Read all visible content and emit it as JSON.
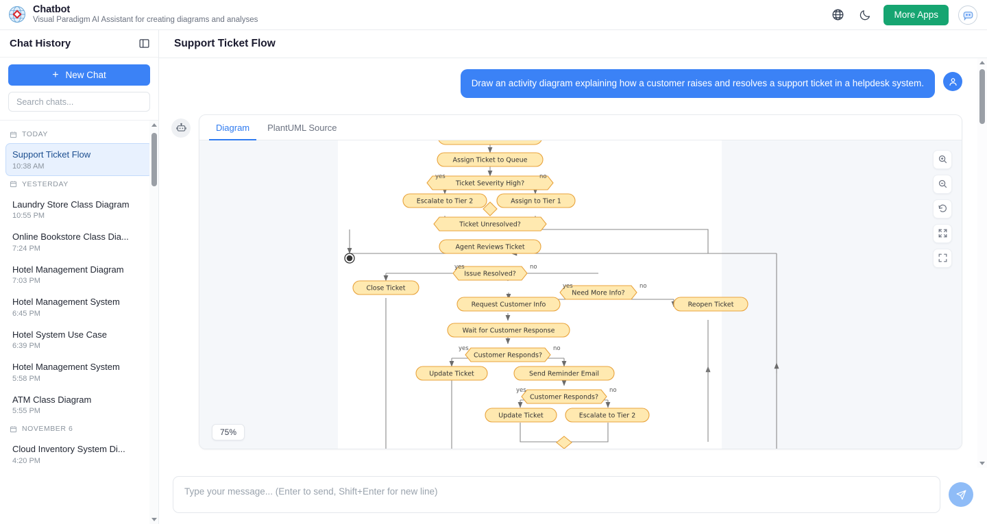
{
  "header": {
    "brand_title": "Chatbot",
    "brand_subtitle": "Visual Paradigm AI Assistant for creating diagrams and analyses",
    "logo_icon": "globe-diamond-logo",
    "language_icon": "globe-icon",
    "theme_icon": "moon-icon",
    "more_apps_label": "More Apps",
    "bot_avatar_icon": "chatbot-avatar-icon",
    "accent_green": "#16a571"
  },
  "sidebar": {
    "title": "Chat History",
    "collapse_icon": "panel-collapse-icon",
    "new_chat_label": "New Chat",
    "new_chat_plus": "+",
    "search_placeholder": "Search chats...",
    "accent_blue": "#3b82f6",
    "groups": [
      {
        "label": "TODAY",
        "icon": "calendar-icon",
        "items": [
          {
            "name": "Support Ticket Flow",
            "time": "10:38 AM",
            "active": true
          }
        ]
      },
      {
        "label": "YESTERDAY",
        "icon": "calendar-icon",
        "items": [
          {
            "name": "Laundry Store Class Diagram",
            "time": "10:55 PM",
            "active": false
          },
          {
            "name": "Online Bookstore Class Dia...",
            "time": "7:24 PM",
            "active": false
          },
          {
            "name": "Hotel Management Diagram",
            "time": "7:03 PM",
            "active": false
          },
          {
            "name": "Hotel Management System",
            "time": "6:45 PM",
            "active": false
          },
          {
            "name": "Hotel System Use Case",
            "time": "6:39 PM",
            "active": false
          },
          {
            "name": "Hotel Management System",
            "time": "5:58 PM",
            "active": false
          },
          {
            "name": "ATM Class Diagram",
            "time": "5:55 PM",
            "active": false
          }
        ]
      },
      {
        "label": "NOVEMBER 6",
        "icon": "calendar-icon",
        "items": [
          {
            "name": "Cloud Inventory System Di...",
            "time": "4:20 PM",
            "active": false
          }
        ]
      }
    ]
  },
  "main": {
    "title": "Support Ticket Flow",
    "user_message": "Draw an activity diagram explaining how a customer raises and resolves a support ticket in a helpdesk system.",
    "user_avatar_icon": "user-icon",
    "assistant_avatar_icon": "robot-icon",
    "tabs": [
      {
        "label": "Diagram",
        "active": true
      },
      {
        "label": "PlantUML Source",
        "active": false
      }
    ],
    "zoom_level": "75%",
    "zoom_tools": [
      {
        "icon": "zoom-in-icon",
        "name": "zoom-in-button"
      },
      {
        "icon": "zoom-out-icon",
        "name": "zoom-out-button"
      },
      {
        "icon": "reset-rotate-icon",
        "name": "reset-view-button"
      },
      {
        "icon": "fit-screen-icon",
        "name": "fit-to-screen-button"
      },
      {
        "icon": "fullscreen-icon",
        "name": "fullscreen-button"
      }
    ],
    "cursor_icon": "grab-hand-cursor"
  },
  "composer": {
    "placeholder": "Type your message... (Enter to send, Shift+Enter for new line)",
    "value": "",
    "send_icon": "send-paper-plane-icon"
  },
  "diagram_data": {
    "type": "activity-diagram",
    "title": "Support Ticket Flow",
    "node_fill": "#ffe9b0",
    "node_stroke": "#e8a33d",
    "nodes": [
      {
        "id": "n0",
        "label": "",
        "type": "action",
        "clipped_top": true
      },
      {
        "id": "n1",
        "label": "Assign Ticket to Queue",
        "type": "action"
      },
      {
        "id": "d1",
        "label": "Ticket Severity High?",
        "type": "decision"
      },
      {
        "id": "n2",
        "label": "Escalate to Tier 2",
        "type": "action"
      },
      {
        "id": "n3",
        "label": "Assign to Tier 1",
        "type": "action"
      },
      {
        "id": "m1",
        "label": "",
        "type": "merge"
      },
      {
        "id": "d2",
        "label": "Ticket Unresolved?",
        "type": "decision"
      },
      {
        "id": "end1",
        "label": "",
        "type": "end"
      },
      {
        "id": "n4",
        "label": "Agent Reviews Ticket",
        "type": "action"
      },
      {
        "id": "d3",
        "label": "Issue Resolved?",
        "type": "decision"
      },
      {
        "id": "n5",
        "label": "Close Ticket",
        "type": "action"
      },
      {
        "id": "d4",
        "label": "Need More Info?",
        "type": "decision"
      },
      {
        "id": "n6",
        "label": "Request Customer Info",
        "type": "action"
      },
      {
        "id": "n7",
        "label": "Reopen Ticket",
        "type": "action"
      },
      {
        "id": "n8",
        "label": "Wait for Customer Response",
        "type": "action"
      },
      {
        "id": "d5",
        "label": "Customer Responds?",
        "type": "decision"
      },
      {
        "id": "n9",
        "label": "Update Ticket",
        "type": "action"
      },
      {
        "id": "n10",
        "label": "Send Reminder Email",
        "type": "action"
      },
      {
        "id": "d6",
        "label": "Customer Responds?",
        "type": "decision"
      },
      {
        "id": "n11",
        "label": "Update Ticket",
        "type": "action"
      },
      {
        "id": "n12",
        "label": "Escalate to Tier 2",
        "type": "action"
      },
      {
        "id": "m2",
        "label": "",
        "type": "merge",
        "clipped_bottom": true
      }
    ],
    "edge_labels": [
      "yes",
      "no",
      "yes",
      "no",
      "yes",
      "no",
      "yes",
      "no",
      "yes",
      "no"
    ]
  }
}
